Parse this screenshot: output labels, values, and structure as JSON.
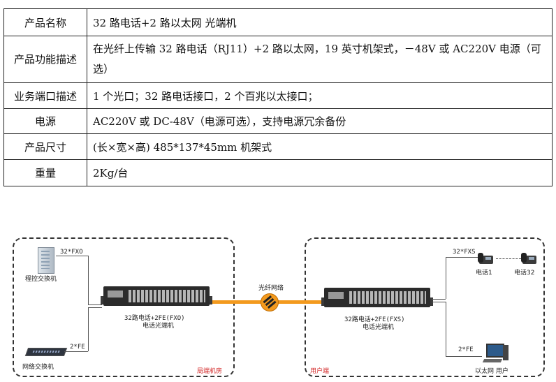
{
  "spec_table": {
    "rows": [
      {
        "label": "产品名称",
        "value": "32 路电话+2 路以太网 光端机"
      },
      {
        "label": "产品功能描述",
        "value": "在光纤上传输 32 路电话（RJ11）+2 路以太网，19 英寸机架式，－48V 或 AC220V 电源（可选）"
      },
      {
        "label": "业务端口描述",
        "value": "1 个光口；32 路电话接口，2 个百兆以太接口；"
      },
      {
        "label": "电源",
        "value": "AC220V 或 DC-48V（电源可选），支持电源冗余备份"
      },
      {
        "label": "产品尺寸",
        "value": "(长×宽×高)  485*137*45mm 机架式"
      },
      {
        "label": "重量",
        "value": "2Kg/台"
      }
    ]
  },
  "diagram": {
    "fiber_label": "光纤网络",
    "left": {
      "zone_label": "局端机房",
      "pbx_label": "程控交换机",
      "pbx_link": "32*FXO",
      "switch_label": "网络交换机",
      "switch_link": "2*FE",
      "device_line1": "32路电话+2FE(FXO)",
      "device_line2": "电话光端机"
    },
    "right": {
      "zone_label": "用户端",
      "phone_link": "32*FXS",
      "phone1_label": "电话1",
      "phone32_label": "电话32",
      "pc_link": "2*FE",
      "pc_label": "以太网 用户",
      "device_line1": "32路电话+2FE(FXS)",
      "device_line2": "电话光端机"
    },
    "colors": {
      "fiber": "#f39a1e",
      "zone_label": "#d32a2a",
      "border": "#333333"
    }
  }
}
